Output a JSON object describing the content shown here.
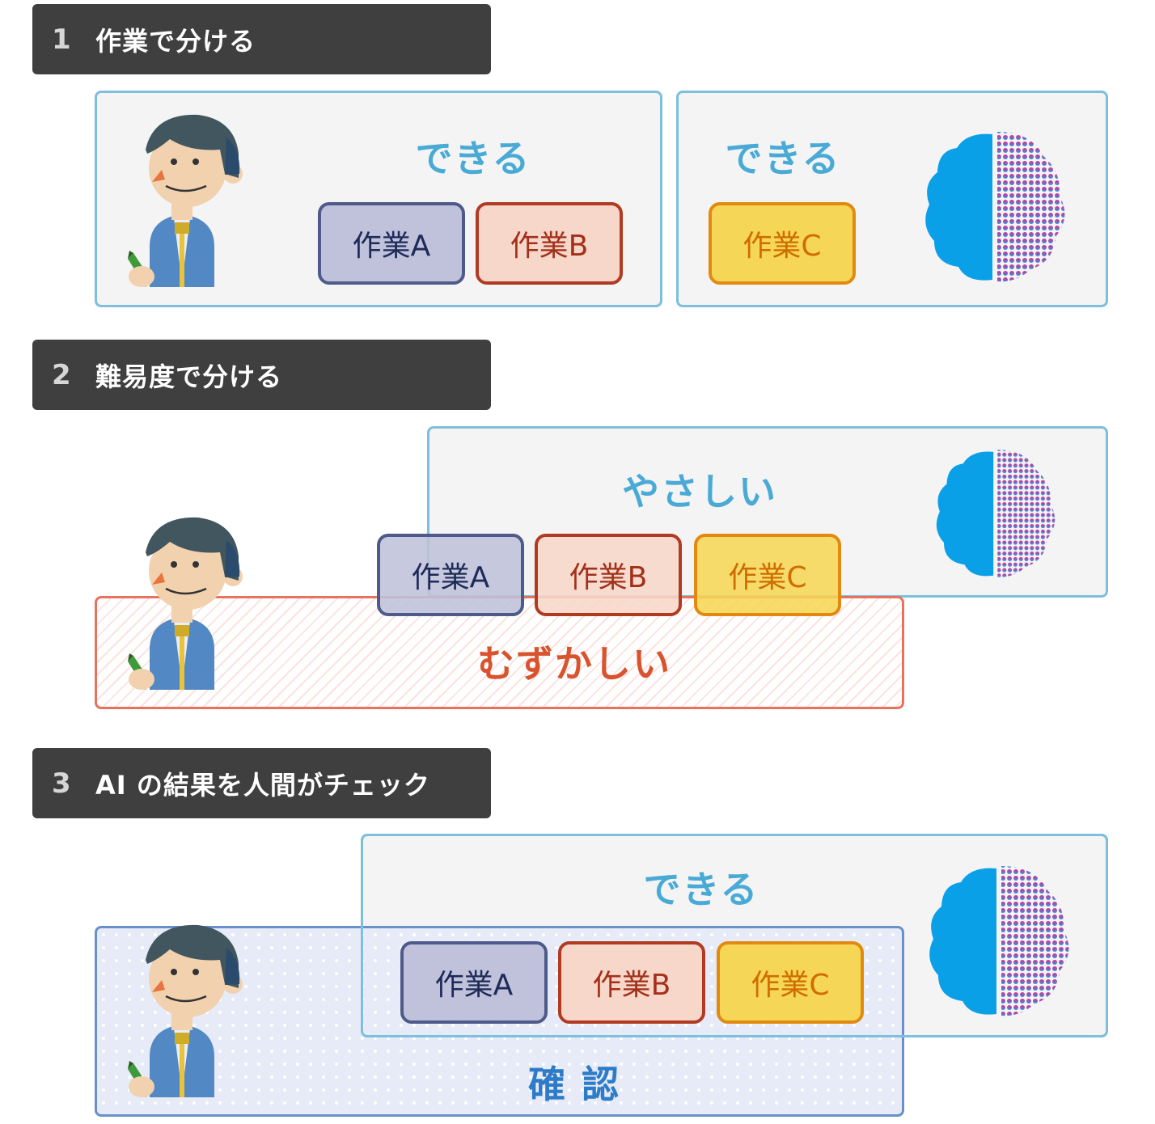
{
  "sections": [
    {
      "num": "1",
      "title": "作業で分ける"
    },
    {
      "num": "2",
      "title": "難易度で分ける"
    },
    {
      "num": "3",
      "title": "AI の結果を人間がチェック"
    }
  ],
  "labels": {
    "can": "できる",
    "easy": "やさしい",
    "hard": "むずかしい",
    "check": "確 認"
  },
  "tasks": {
    "a": "作業A",
    "b": "作業B",
    "c": "作業C"
  },
  "colors": {
    "header_bg": "#3f3f3f",
    "panel_border": "#7ebfdd",
    "hard_border": "#e8725d",
    "check_border": "#6a90c9",
    "task_a": "#bfc2da",
    "task_b": "#f7d7c9",
    "task_c": "#f6d657"
  },
  "icons": [
    "person-icon",
    "brain-ai-icon"
  ]
}
